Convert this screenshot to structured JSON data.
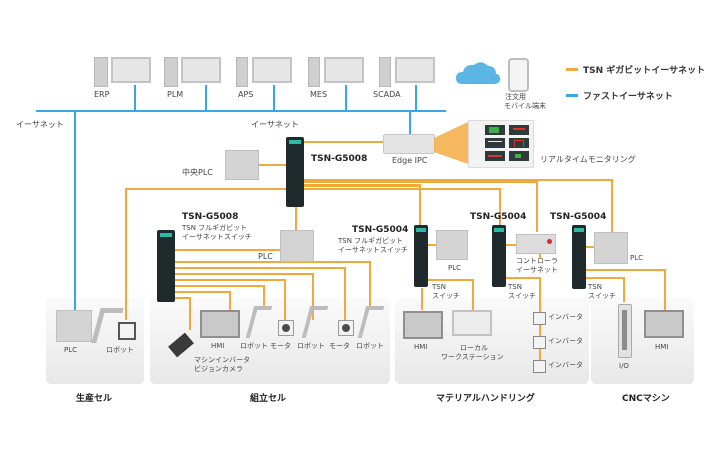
{
  "colors": {
    "tsn_gigabit": "#f2a93b",
    "fast_ethernet": "#3aa7e0",
    "switch_body": "#1e2a2c",
    "switch_accent": "#2fb7a8",
    "device_gray": "#c9c9c9",
    "cell_bg": "#ececec"
  },
  "legend": [
    {
      "label": "TSN ギガビットイーサネット",
      "color": "#f2a93b"
    },
    {
      "label": "ファストイーサネット",
      "color": "#3aa7e0"
    }
  ],
  "enterprise_systems": [
    {
      "label": "ERP"
    },
    {
      "label": "PLM"
    },
    {
      "label": "APS"
    },
    {
      "label": "MES"
    },
    {
      "label": "SCADA"
    }
  ],
  "cloud": {
    "icon": "cloud-icon"
  },
  "mobile": {
    "label_line1": "注文用",
    "label_line2": "モバイル端末"
  },
  "ethernet_labels": {
    "left": "イーサネット",
    "center": "イーサネット"
  },
  "core": {
    "switch_model": "TSN-G5008",
    "central_plc": "中央PLC",
    "edge_ipc": "Edge IPC",
    "monitoring": "リアルタイムモニタリング"
  },
  "assembly_switch": {
    "model": "TSN-G5008",
    "desc_line1": "TSN フルギガビット",
    "desc_line2": "イーサネットスイッチ",
    "plc": "PLC"
  },
  "mh_switch": {
    "model": "TSN-G5004",
    "desc_line1": "TSN フルギガビット",
    "desc_line2": "イーサネットスイッチ",
    "plc": "PLC",
    "tsn_line1": "TSN",
    "tsn_line2": "スイッチ"
  },
  "mh_switch2": {
    "model": "TSN-G5004",
    "controller_line1": "コントローラ",
    "controller_line2": "イーサネット",
    "tsn_line1": "TSN",
    "tsn_line2": "スイッチ"
  },
  "cnc_switch": {
    "model": "TSN-G5004",
    "plc": "PLC",
    "tsn_line1": "TSN",
    "tsn_line2": "スイッチ"
  },
  "cells": {
    "production": {
      "title": "生産セル",
      "plc": "PLC",
      "robot": "ロボット"
    },
    "assembly": {
      "title": "組立セル",
      "hmi": "HMI",
      "camera_line1": "マシンインバータ",
      "camera_line2": "ビジョンカメラ",
      "devices": [
        "ロボット",
        "モータ",
        "ロボット",
        "モータ",
        "ロボット"
      ]
    },
    "material_handling": {
      "title": "マテリアルハンドリング",
      "hmi": "HMI",
      "workstation_line1": "ローカル",
      "workstation_line2": "ワークステーション",
      "inverters": [
        "インバータ",
        "インバータ",
        "インバータ"
      ]
    },
    "cnc": {
      "title": "CNCマシン",
      "io": "I/O",
      "hmi": "HMI"
    }
  }
}
